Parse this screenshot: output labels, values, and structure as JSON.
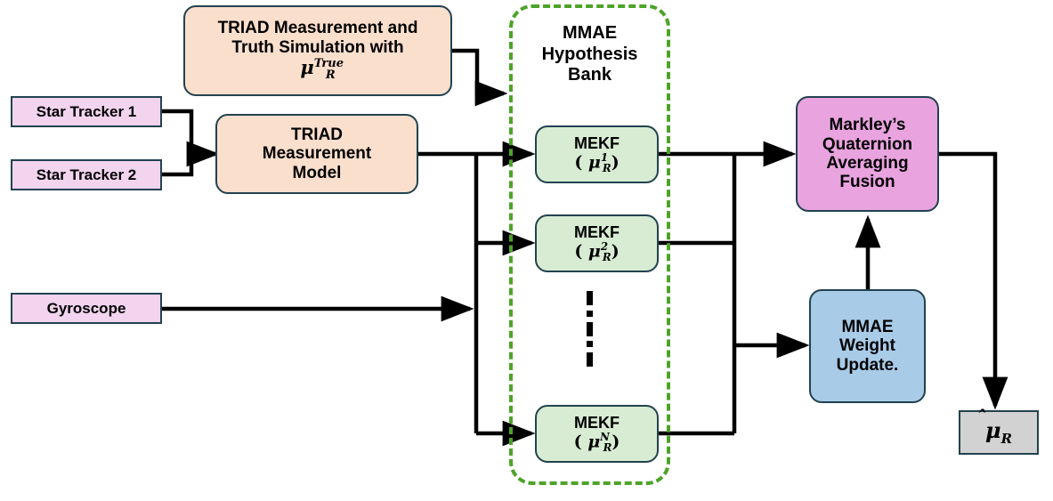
{
  "diagram": {
    "title": "MMAE TRIAD attitude estimation block diagram",
    "colors": {
      "sensor_fill": "#f2d4ef",
      "model_fill": "#fbdfcd",
      "filter_fill": "#d7ecd2",
      "fusion_fill": "#e9a3df",
      "weight_fill": "#a8cbe8",
      "output_fill": "#d2d2d2",
      "border": "#22424f",
      "group_border": "#4da328",
      "wire": "#000000"
    }
  },
  "sensors": [
    {
      "id": "star-tracker-1",
      "label": "Star Tracker 1"
    },
    {
      "id": "star-tracker-2",
      "label": "Star Tracker 2"
    },
    {
      "id": "gyroscope",
      "label": "Gyroscope"
    }
  ],
  "truth_block": {
    "line1": "TRIAD Measurement and",
    "line2": "Truth Simulation with",
    "symbol": {
      "base": "μ",
      "sup": "True",
      "sub": "R"
    }
  },
  "measurement_model": {
    "line1": "TRIAD",
    "line2": "Measurement",
    "line3": "Model"
  },
  "hypothesis_bank": {
    "label_line1": "MMAE",
    "label_line2": "Hypothesis",
    "label_line3": "Bank",
    "filters": [
      {
        "id": "mekf-1",
        "label": "MEKF",
        "symbol": {
          "base": "μ",
          "sup": "1",
          "sub": "R"
        }
      },
      {
        "id": "mekf-2",
        "label": "MEKF",
        "symbol": {
          "base": "μ",
          "sup": "2",
          "sub": "R"
        }
      },
      {
        "id": "mekf-n",
        "label": "MEKF",
        "symbol": {
          "base": "μ",
          "sup": "N",
          "sub": "R"
        }
      }
    ],
    "ellipsis": "vertical-dots"
  },
  "fusion_block": {
    "line1": "Markley’s",
    "line2": "Quaternion",
    "line3": "Averaging",
    "line4": "Fusion"
  },
  "weight_block": {
    "line1": "MMAE",
    "line2": "Weight",
    "line3": "Update."
  },
  "output_block": {
    "symbol": {
      "base": "μ",
      "hat": "̂",
      "sub": "R"
    }
  }
}
